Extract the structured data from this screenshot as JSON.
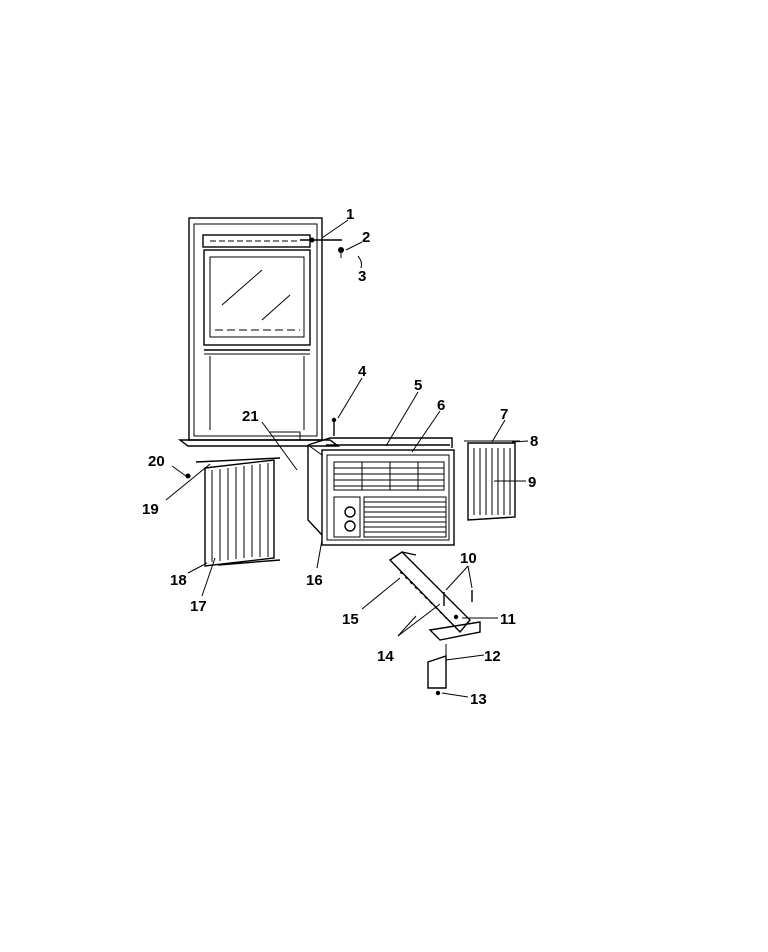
{
  "callouts": [
    {
      "id": "1",
      "text": "1"
    },
    {
      "id": "2",
      "text": "2"
    },
    {
      "id": "3",
      "text": "3"
    },
    {
      "id": "4",
      "text": "4"
    },
    {
      "id": "5",
      "text": "5"
    },
    {
      "id": "6",
      "text": "6"
    },
    {
      "id": "7",
      "text": "7"
    },
    {
      "id": "8",
      "text": "8"
    },
    {
      "id": "9",
      "text": "9"
    },
    {
      "id": "10",
      "text": "10"
    },
    {
      "id": "11",
      "text": "11"
    },
    {
      "id": "12",
      "text": "12"
    },
    {
      "id": "13",
      "text": "13"
    },
    {
      "id": "14",
      "text": "14"
    },
    {
      "id": "15",
      "text": "15"
    },
    {
      "id": "16",
      "text": "16"
    },
    {
      "id": "17",
      "text": "17"
    },
    {
      "id": "18",
      "text": "18"
    },
    {
      "id": "19",
      "text": "19"
    },
    {
      "id": "20",
      "text": "20"
    },
    {
      "id": "21",
      "text": "21"
    }
  ],
  "parts": {
    "window": "window-frame",
    "unit": "air-conditioner-cabinet",
    "left_panel": "left-side-curtain",
    "right_panel": "right-side-curtain",
    "bracket": "support-bracket"
  }
}
